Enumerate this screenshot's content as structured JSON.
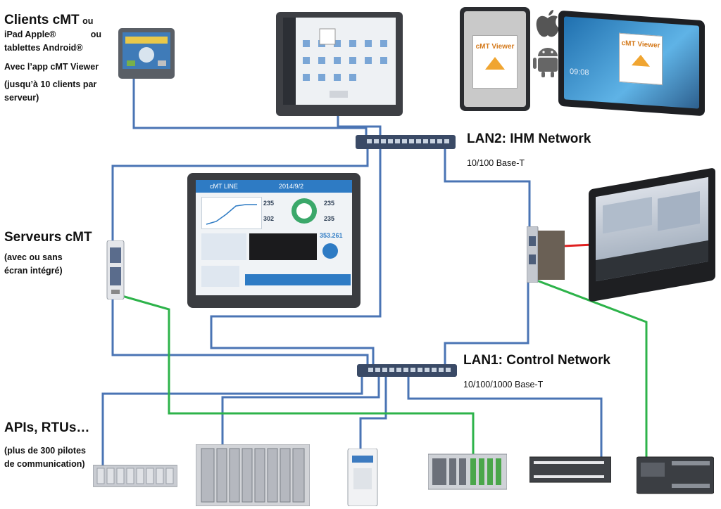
{
  "labels": {
    "clients_title": "Clients cMT",
    "clients_ou1": "ou",
    "clients_line2a": "iPad Apple®",
    "clients_line2b": "ou",
    "clients_line3": "tablettes Android®",
    "clients_line4": "Avec l’app cMT Viewer",
    "clients_line5": "(jusqu’à 10 clients par",
    "clients_line6": "serveur)",
    "servers_title": "Serveurs cMT",
    "servers_line2": "(avec ou sans",
    "servers_line3": "écran intégré)",
    "apis_title": "APIs, RTUs…",
    "apis_line2": "(plus de 300 pilotes",
    "apis_line3": "de communication)"
  },
  "networks": {
    "lan2_title": "LAN2: IHM Network",
    "lan2_speed": "10/100 Base-T",
    "lan1_title": "LAN1: Control Network",
    "lan1_speed": "10/100/1000 Base-T"
  },
  "devices": {
    "cmt_viewer_logo": "cMT Viewer",
    "hmi_header": "cMT LINE",
    "hmi_date": "2014/9/2",
    "hmi_val1": "235",
    "hmi_val2": "302",
    "hmi_val3": "353.261",
    "tablet_time": "09:08"
  },
  "colors": {
    "lan2_wire": "#4a74b4",
    "lan1_wire": "#4a74b4",
    "plc_wire": "#2db34a",
    "hdmi_wire": "#e02020",
    "switch": "#3a4a66"
  }
}
